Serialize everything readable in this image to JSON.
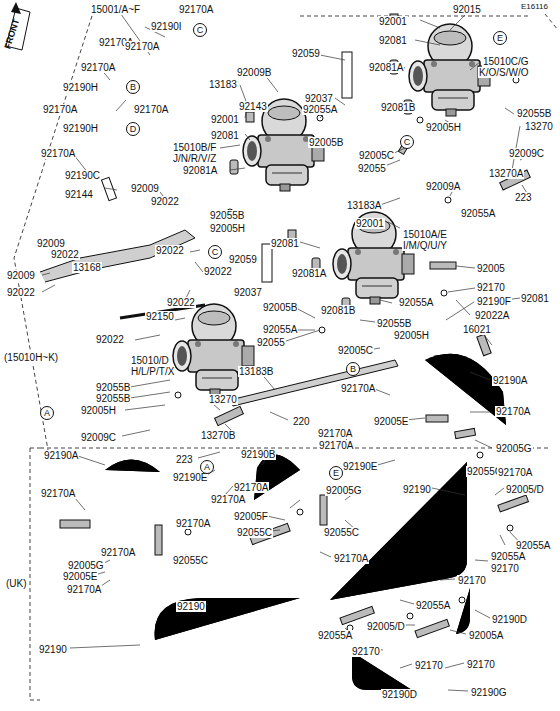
{
  "diagram": {
    "nodes": [
      {
        "text": [
          "C"
        ]
      },
      {
        "text": [
          "E"
        ]
      },
      {
        "text": [
          "B"
        ]
      },
      {
        "text": [
          "D"
        ]
      },
      {
        "text": [
          "C"
        ]
      },
      {
        "text": [
          "C"
        ]
      },
      {
        "text": [
          "B"
        ]
      },
      {
        "text": [
          "A"
        ]
      },
      {
        "text": [
          "A"
        ]
      },
      {
        "text": [
          "E"
        ]
      }
    ],
    "labels": [
      "E16116",
      "FRONT",
      "15001/A~F",
      "92170A",
      "92170A",
      "92190I",
      "92170A",
      "92170A",
      "92190H",
      "92170A",
      "92170A",
      "92190H",
      "92170A",
      "92190C",
      "92144",
      "92009",
      "92022",
      "92009",
      "92022",
      "13168",
      "92009",
      "92022",
      "92022",
      "92022",
      "92022",
      "92022",
      "92150",
      "(15010H~K)",
      "15010/D",
      "H/L/P/T/X",
      "92055B",
      "92055B",
      "92005H",
      "92009C",
      "13270",
      "13270B",
      "223",
      "220",
      "13183B",
      "92059",
      "92009B",
      "13183",
      "92037",
      "92001",
      "92143",
      "92055A",
      "92081",
      "15010B/F",
      "J/N/R/V/Z",
      "92081A",
      "92005B",
      "92055B",
      "92005H",
      "92059",
      "92037",
      "92001",
      "92015",
      "92081",
      "92081A",
      "92081B",
      "15010C/G",
      "K/O/S/W/O",
      "92055B",
      "92005H",
      "13270",
      "92005C",
      "92055",
      "92009C",
      "13270A",
      "92009A",
      "223",
      "13183A",
      "92055A",
      "92001",
      "15010A/E",
      "I/M/Q/U/Y",
      "92081",
      "92081A",
      "92005",
      "92170",
      "92190F",
      "92081",
      "92022A",
      "16021",
      "92081B",
      "92055A",
      "92055B",
      "92055",
      "92055A",
      "92005B",
      "92005C",
      "92005H",
      "92190A",
      "92170A",
      "92170A",
      "92005E",
      "92170A",
      "92170A",
      "92190E",
      "92005G",
      "92055C",
      "92170A",
      "92190B",
      "92190E",
      "92170A",
      "92190A",
      "92170A",
      "92170A",
      "92170A",
      "92005F",
      "92005G",
      "92055C",
      "92055C",
      "92170A",
      "92170A",
      "92055C",
      "92005G",
      "92005E",
      "92170A",
      "92190",
      "92005/D",
      "92055A",
      "92055A",
      "92170",
      "92170",
      "(UK)",
      "92190",
      "92055A",
      "92005/D",
      "92005A",
      "92190D",
      "92055A",
      "92190",
      "92170",
      "92170",
      "92170",
      "92190D",
      "92190G"
    ]
  }
}
